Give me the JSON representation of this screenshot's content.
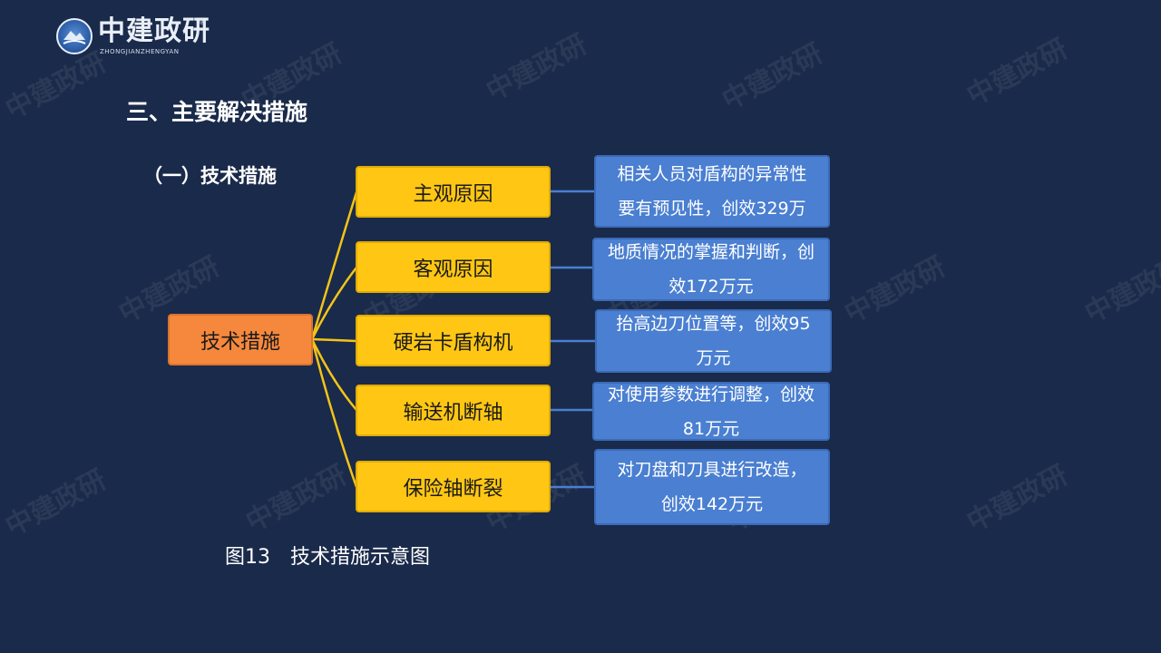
{
  "logo": {
    "name": "中建政研",
    "pinyin": "ZHONGJIANZHENGYAN",
    "reg_mark": "®"
  },
  "watermark_text": "中建政研",
  "section_title": "三、主要解决措施",
  "sub_title": "（一）技术措施",
  "diagram": {
    "root": "技术措施",
    "branches": [
      {
        "label": "主观原因",
        "detail_line1": "相关人员对盾构的异常性",
        "detail_line2": "要有预见性，创效329万"
      },
      {
        "label": "客观原因",
        "detail_line1": "地质情况的掌握和判断，创",
        "detail_line2": "效172万元"
      },
      {
        "label": "硬岩卡盾构机",
        "detail_line1": "抬高边刀位置等，创效95",
        "detail_line2": "万元"
      },
      {
        "label": "输送机断轴",
        "detail_line1": "对使用参数进行调整，创效",
        "detail_line2": "81万元"
      },
      {
        "label": "保险轴断裂",
        "detail_line1": "对刀盘和刀具进行改造，",
        "detail_line2": "创效142万元"
      }
    ]
  },
  "caption": "图13　技术措施示意图",
  "colors": {
    "background": "#1a2a4a",
    "root_box": "#f5883c",
    "branch_box": "#ffc713",
    "detail_box": "#4a7fd1",
    "connector_root": "#f2c418",
    "connector_detail": "#4a7fd1"
  }
}
